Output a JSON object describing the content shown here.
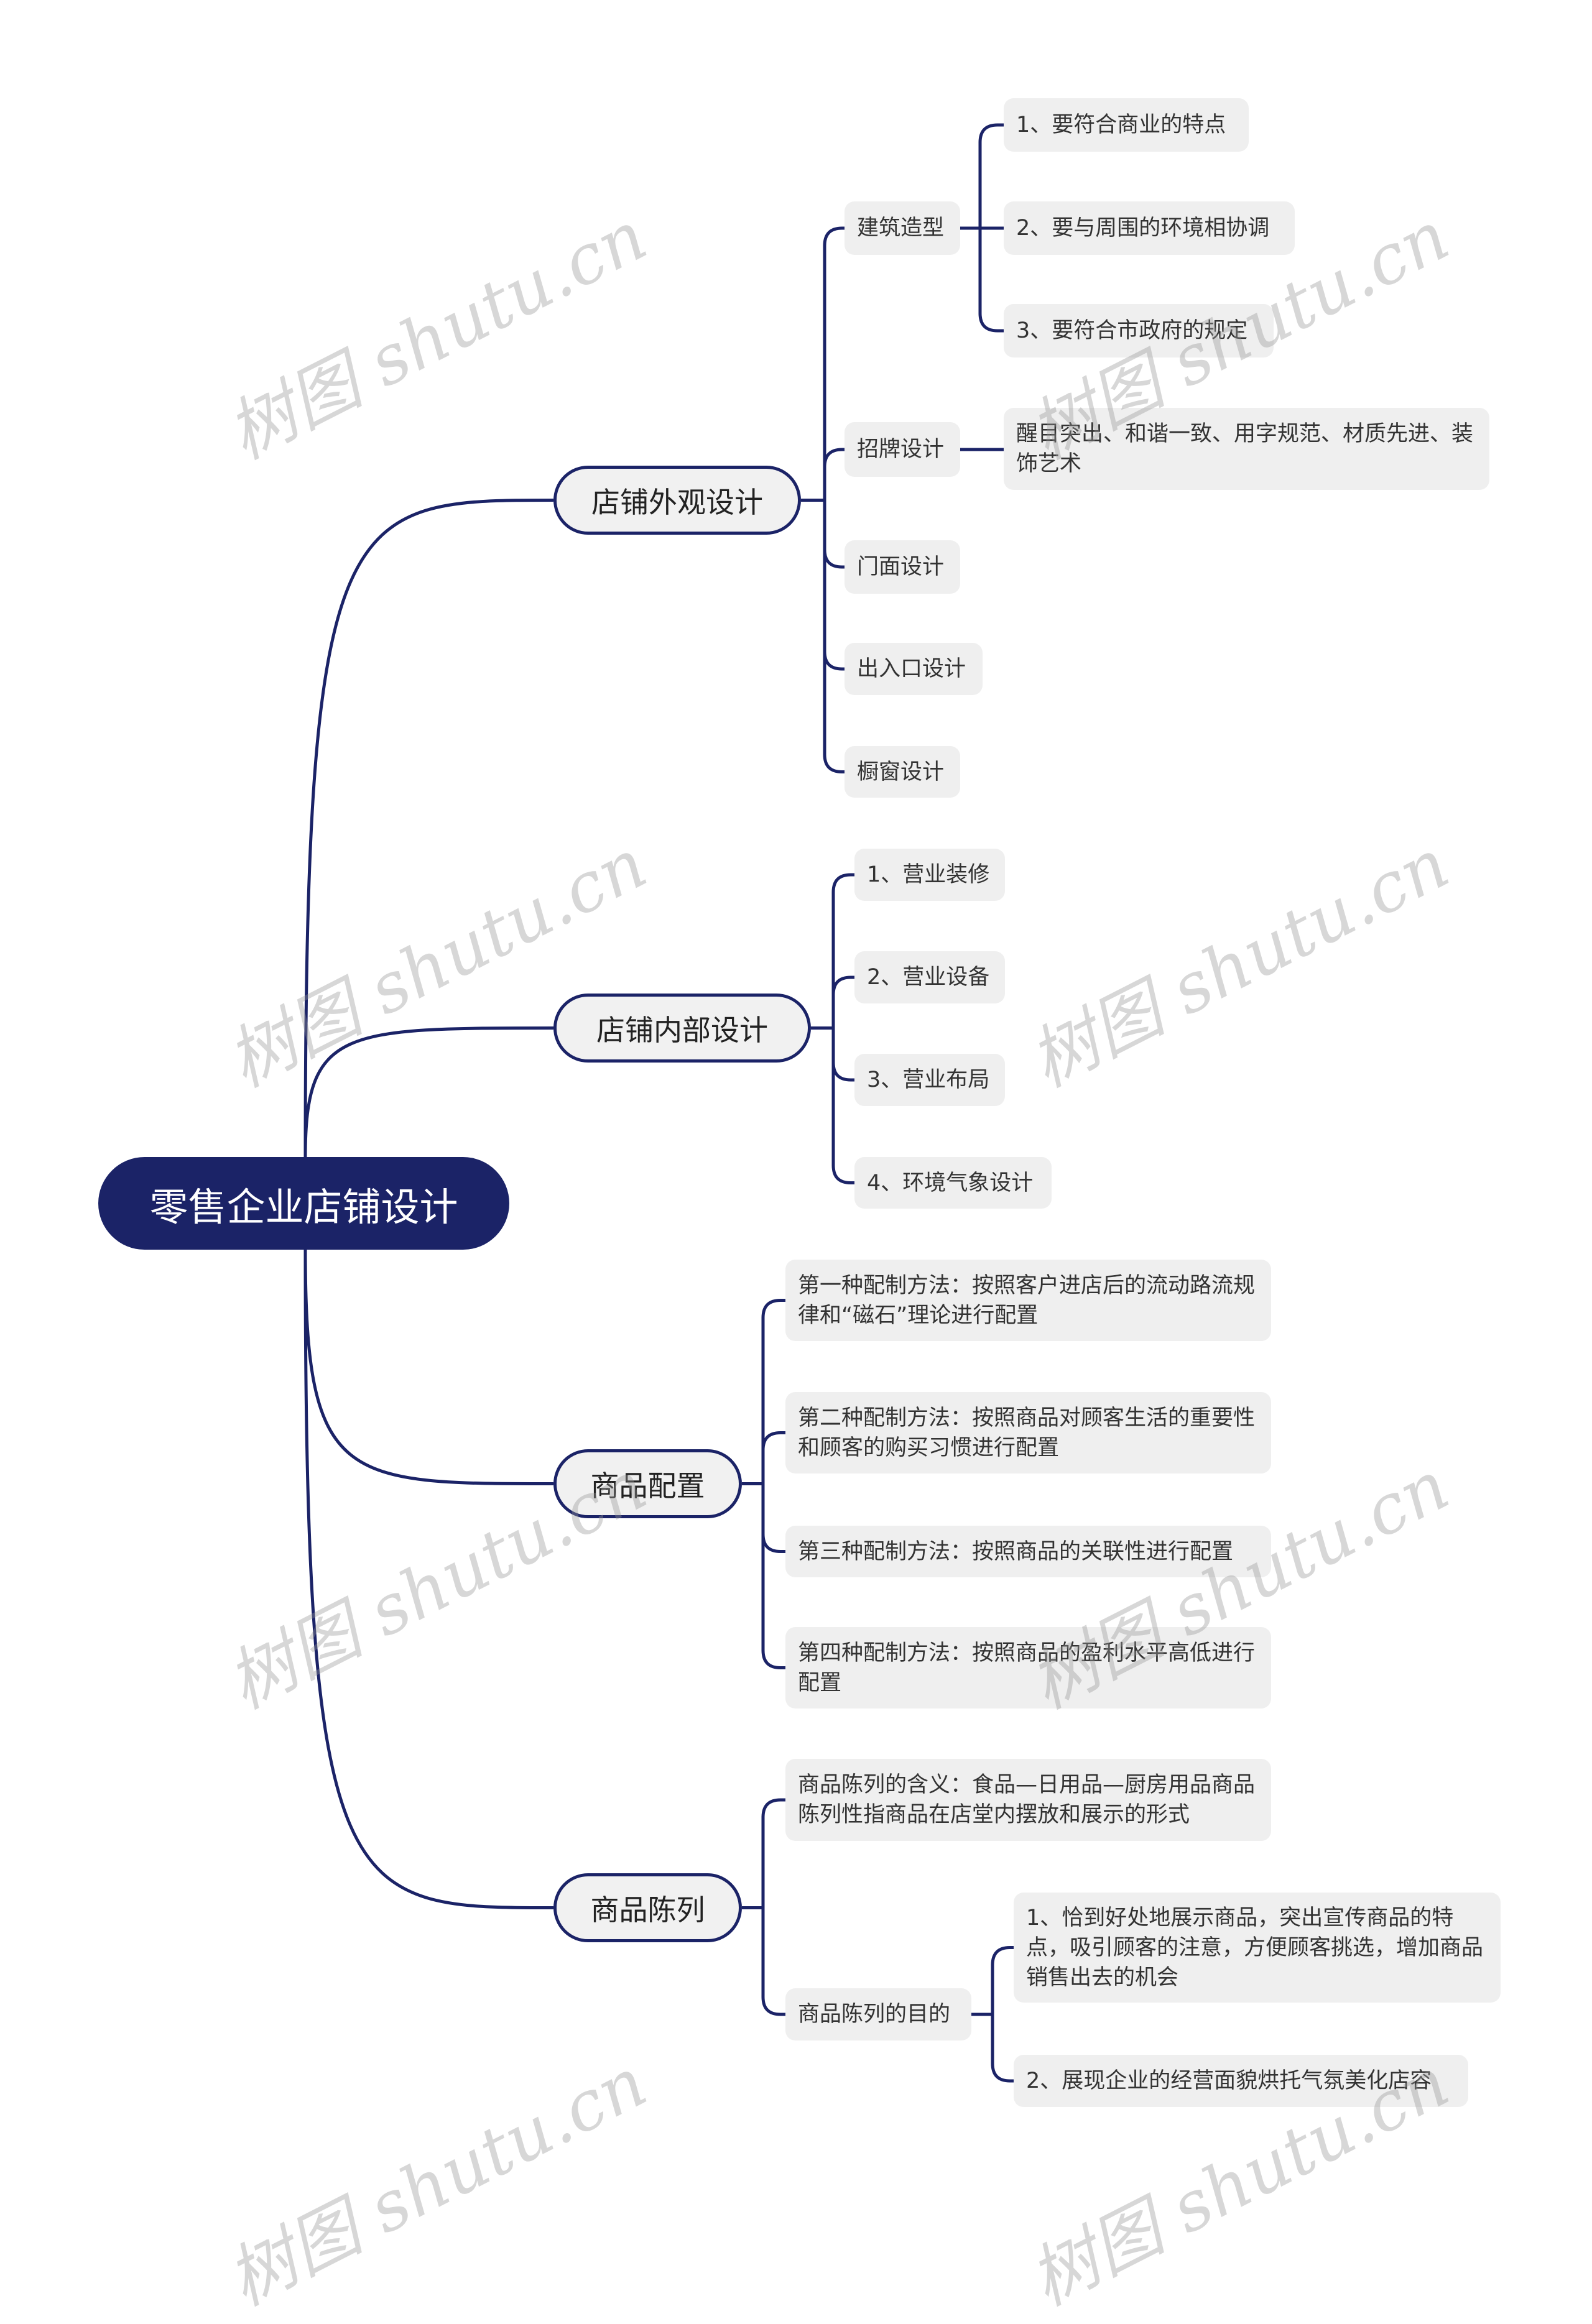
{
  "root": "零售企业店铺设计",
  "branches": [
    {
      "label": "店铺外观设计",
      "children": [
        {
          "label": "建筑造型",
          "children": [
            "1、要符合商业的特点",
            "2、要与周围的环境相协调",
            "3、要符合市政府的规定"
          ]
        },
        {
          "label": "招牌设计",
          "children": [
            "醒目突出、和谐一致、用字规范、材质先进、装饰艺术"
          ]
        },
        {
          "label": "门面设计"
        },
        {
          "label": "出入口设计"
        },
        {
          "label": "橱窗设计"
        }
      ]
    },
    {
      "label": "店铺内部设计",
      "children": [
        {
          "label": "1、营业装修"
        },
        {
          "label": "2、营业设备"
        },
        {
          "label": "3、营业布局"
        },
        {
          "label": "4、环境气象设计"
        }
      ]
    },
    {
      "label": "商品配置",
      "children": [
        {
          "label": "第一种配制方法：按照客户进店后的流动路流规律和“磁石”理论进行配置"
        },
        {
          "label": "第二种配制方法：按照商品对顾客生活的重要性和顾客的购买习惯进行配置"
        },
        {
          "label": "第三种配制方法：按照商品的关联性进行配置"
        },
        {
          "label": "第四种配制方法：按照商品的盈利水平高低进行配置"
        }
      ]
    },
    {
      "label": "商品陈列",
      "children": [
        {
          "label": "商品陈列的含义：食品—日用品—厨房用品商品陈列性指商品在店堂内摆放和展示的形式"
        },
        {
          "label": "商品陈列的目的",
          "children": [
            "1、恰到好处地展示商品，突出宣传商品的特点，吸引顾客的注意，方便顾客挑选，增加商品销售出去的机会",
            "2、展现企业的经营面貌烘托气氛美化店容"
          ]
        }
      ]
    }
  ],
  "watermark": "树图 shutu.cn",
  "colors": {
    "accent": "#1b2367",
    "node_bg": "#efefef"
  }
}
